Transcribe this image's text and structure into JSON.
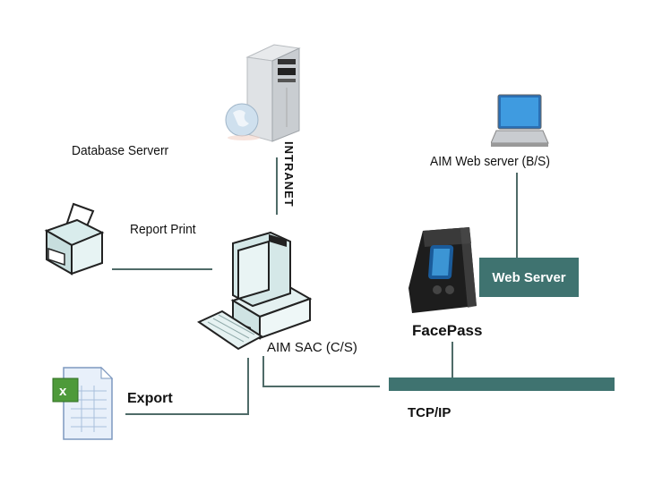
{
  "diagram": {
    "nodes": {
      "database_server": {
        "label": "Database Serverr",
        "icon": "server-tower-icon"
      },
      "intranet": {
        "label": "INTRANET"
      },
      "report_print": {
        "label": "Report Print",
        "icon": "printer-icon"
      },
      "aim_sac": {
        "label": "AIM SAC (C/S)",
        "icon": "desktop-computer-icon"
      },
      "export": {
        "label": "Export",
        "icon": "excel-spreadsheet-icon"
      },
      "aim_web_server": {
        "label": "AIM Web server (B/S)",
        "icon": "laptop-icon"
      },
      "web_server": {
        "label": "Web Server"
      },
      "facepass": {
        "label": "FacePass",
        "icon": "face-recognition-terminal-icon"
      },
      "tcpip": {
        "label": "TCP/IP"
      }
    },
    "colors": {
      "connector": "#4f6b68",
      "bus": "#3f7370",
      "web_server_box": "#3f7370"
    }
  }
}
